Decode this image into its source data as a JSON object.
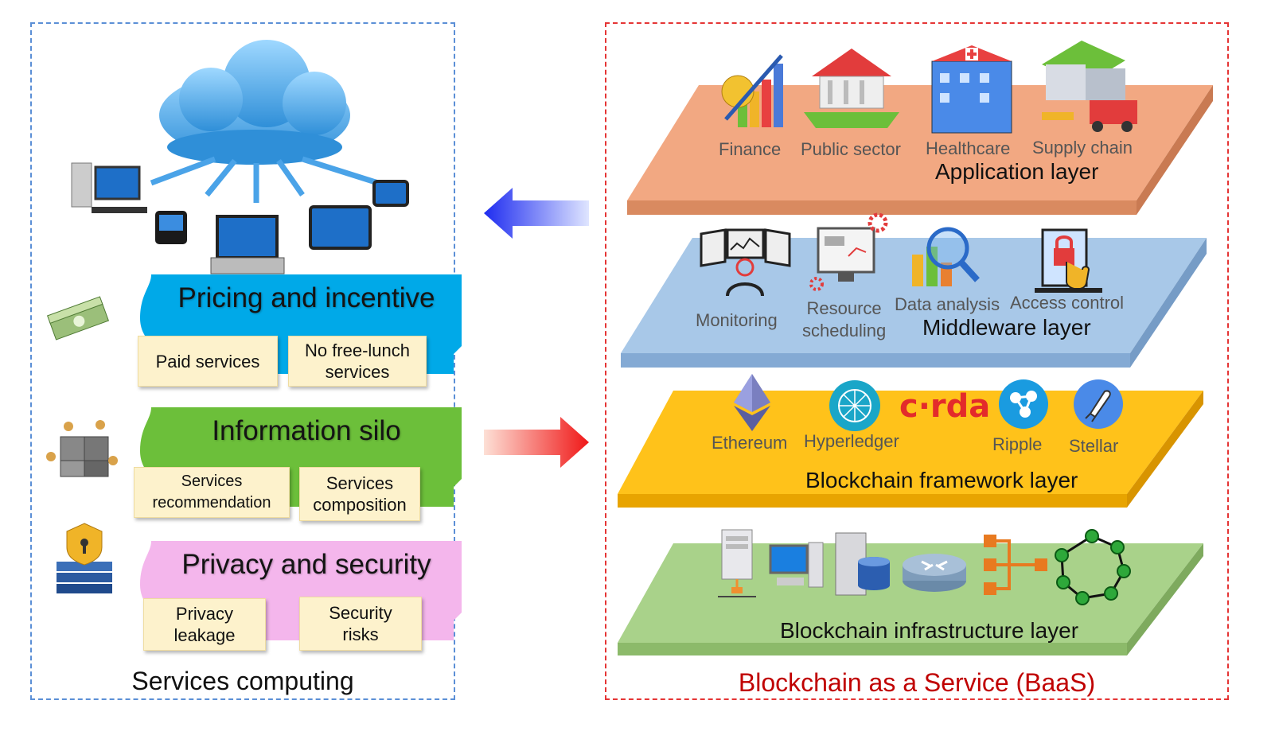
{
  "left": {
    "caption": "Services computing",
    "sections": [
      {
        "title": "Pricing and incentive",
        "color": "#00a9e8",
        "items": [
          "Paid services",
          "No free-lunch\nservices"
        ]
      },
      {
        "title": "Information silo",
        "color": "#6cbf3a",
        "items": [
          "Services\nrecommendation",
          "Services\ncomposition"
        ]
      },
      {
        "title": "Privacy and security",
        "color": "#f4b6ec",
        "items": [
          "Privacy\nleakage",
          "Security\nrisks"
        ]
      }
    ]
  },
  "right": {
    "caption": "Blockchain as a Service (BaaS)",
    "layers": [
      {
        "title": "Application layer",
        "color": "#f2a882",
        "icons": [
          "Finance",
          "Public sector",
          "Healthcare",
          "Supply chain"
        ]
      },
      {
        "title": "Middleware layer",
        "color": "#a8c8e8",
        "icons": [
          "Monitoring",
          "Resource\nscheduling",
          "Data analysis",
          "Access control"
        ]
      },
      {
        "title": "Blockchain framework layer",
        "color": "#ffc21a",
        "icons": [
          "Ethereum",
          "Hyperledger",
          "c·rda",
          "Ripple",
          "Stellar"
        ]
      },
      {
        "title": "Blockchain infrastructure layer",
        "color": "#a9d28a",
        "icons": [
          "server-icon",
          "desktop-icon",
          "database-icon",
          "router-icon",
          "switch-icon",
          "network-ring-icon"
        ]
      }
    ]
  },
  "colors": {
    "arrow_left": "#1e2cf0",
    "arrow_right": "#f01818"
  }
}
